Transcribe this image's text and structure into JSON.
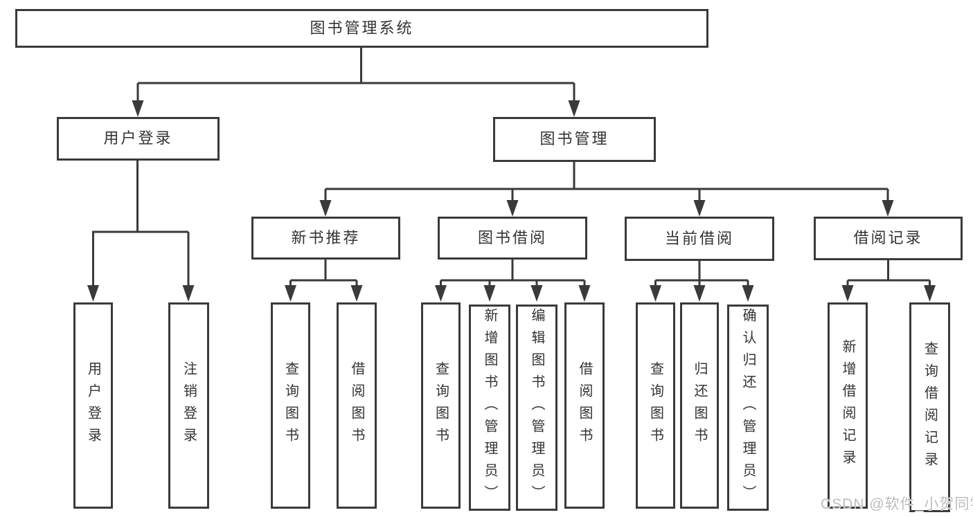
{
  "diagram": {
    "type": "hierarchy-tree",
    "colors": {
      "line": "#3a3a3a",
      "box_border": "#3a3a3a",
      "box_bg": "#ffffff",
      "text": "#333333",
      "watermark": "#bdbdbd"
    }
  },
  "watermark": "CSDN @软件_小贺同学",
  "nodes": {
    "root": {
      "label": "图书管理系统"
    },
    "level2": [
      {
        "id": "user-login",
        "label": "用户登录"
      },
      {
        "id": "book-management",
        "label": "图书管理"
      }
    ],
    "level3": [
      {
        "id": "new-book-recommend",
        "parent": "book-management",
        "label": "新书推荐"
      },
      {
        "id": "book-borrowing",
        "parent": "book-management",
        "label": "图书借阅"
      },
      {
        "id": "current-borrowing",
        "parent": "book-management",
        "label": "当前借阅"
      },
      {
        "id": "borrowing-records",
        "parent": "book-management",
        "label": "借阅记录"
      }
    ],
    "leaves": [
      {
        "id": "user-login-action",
        "parent": "user-login",
        "label": "用户登录"
      },
      {
        "id": "logout-action",
        "parent": "user-login",
        "label": "注销登录"
      },
      {
        "id": "nbr-query-books",
        "parent": "new-book-recommend",
        "label": "查询图书"
      },
      {
        "id": "nbr-borrow-books",
        "parent": "new-book-recommend",
        "label": "借阅图书"
      },
      {
        "id": "bb-query-books",
        "parent": "book-borrowing",
        "label": "查询图书"
      },
      {
        "id": "bb-add-books-admin",
        "parent": "book-borrowing",
        "label": "新增图书（管理员）"
      },
      {
        "id": "bb-edit-books-admin",
        "parent": "book-borrowing",
        "label": "编辑图书（管理员）"
      },
      {
        "id": "bb-borrow-books",
        "parent": "book-borrowing",
        "label": "借阅图书"
      },
      {
        "id": "cb-query-books",
        "parent": "current-borrowing",
        "label": "查询图书"
      },
      {
        "id": "cb-return-books",
        "parent": "current-borrowing",
        "label": "归还图书"
      },
      {
        "id": "cb-confirm-return-admin",
        "parent": "current-borrowing",
        "label": "确认归还（管理员）"
      },
      {
        "id": "br-add-record",
        "parent": "borrowing-records",
        "label": "新增借阅记录"
      },
      {
        "id": "br-query-record",
        "parent": "borrowing-records",
        "label": "查询借阅记录"
      }
    ]
  }
}
